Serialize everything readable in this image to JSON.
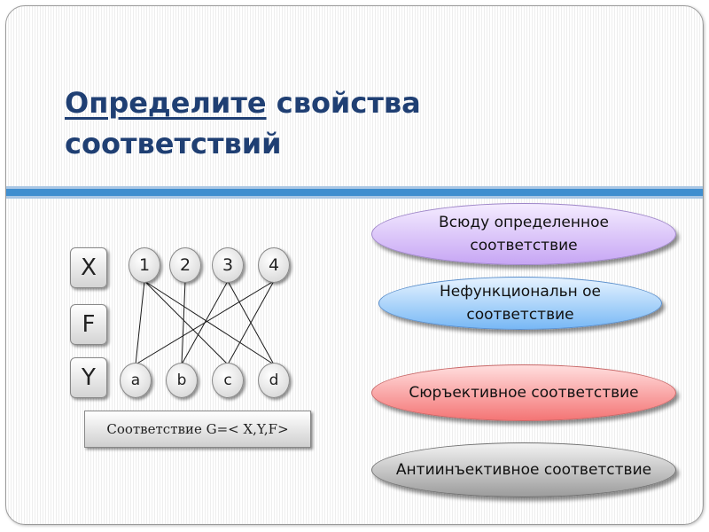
{
  "title": {
    "line1_underlined": "Определите",
    "line1_rest": " свойства",
    "line2": "соответствий"
  },
  "sets": {
    "x": "X",
    "f": "F",
    "y": "Y"
  },
  "x_nodes": [
    "1",
    "2",
    "3",
    "4"
  ],
  "y_nodes": [
    "a",
    "b",
    "c",
    "d"
  ],
  "edges": [
    [
      "1",
      "a"
    ],
    [
      "1",
      "c"
    ],
    [
      "1",
      "d"
    ],
    [
      "2",
      "b"
    ],
    [
      "3",
      "b"
    ],
    [
      "3",
      "d"
    ],
    [
      "4",
      "a"
    ],
    [
      "4",
      "c"
    ]
  ],
  "caption": "Соответствие G=< X,Y,F>",
  "options": [
    {
      "label": "Всюду определенное соответствие",
      "color": "#c7a6f4"
    },
    {
      "label": "Нефункциональн ое соответствие",
      "color": "#78b8f5"
    },
    {
      "label": "Сюръективное соответствие",
      "color": "#f47575"
    },
    {
      "label": "Антиинъективное соответствие",
      "color": "#9c9c9c"
    }
  ],
  "colors": {
    "title": "#1f3f73",
    "accent_bar": "#3f8ecf"
  }
}
